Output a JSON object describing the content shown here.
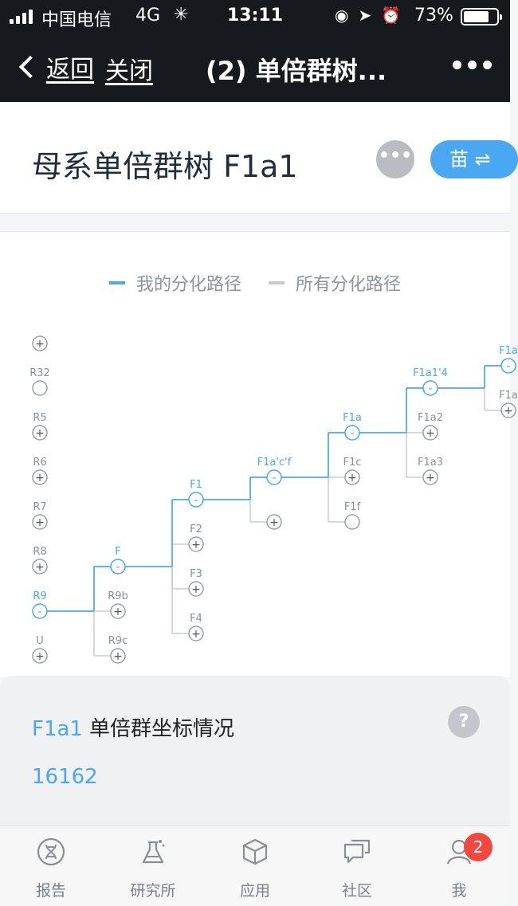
{
  "status_bar": {
    "carrier": "中国电信",
    "network": "4G",
    "time": "13:11",
    "battery": "73%",
    "battery_level": 0.73
  },
  "nav": {
    "back_label": "返回",
    "close_label": "关闭",
    "title": "(2) 单倍群树..."
  },
  "header": {
    "title": "母系单倍群树 F1a1",
    "switch_label": "苗 ⇌"
  },
  "legend": {
    "mine": "我的分化路径",
    "all": "所有分化路径",
    "mine_color": "#4aa8f2",
    "all_color": "#c7cbd0"
  },
  "tree": {
    "nodes": [
      {
        "id": "top",
        "label": "",
        "state": "+",
        "active": false
      },
      {
        "id": "R32",
        "label": "R32",
        "state": "",
        "active": false
      },
      {
        "id": "R5",
        "label": "R5",
        "state": "+",
        "active": false
      },
      {
        "id": "R6",
        "label": "R6",
        "state": "+",
        "active": false
      },
      {
        "id": "R7",
        "label": "R7",
        "state": "+",
        "active": false
      },
      {
        "id": "R8",
        "label": "R8",
        "state": "+",
        "active": false
      },
      {
        "id": "R9",
        "label": "R9",
        "state": "-",
        "active": true
      },
      {
        "id": "U",
        "label": "U",
        "state": "+",
        "active": false
      },
      {
        "id": "F",
        "label": "F",
        "state": "-",
        "active": true
      },
      {
        "id": "R9b",
        "label": "R9b",
        "state": "+",
        "active": false
      },
      {
        "id": "R9c",
        "label": "R9c",
        "state": "+",
        "active": false
      },
      {
        "id": "F1",
        "label": "F1",
        "state": "-",
        "active": true
      },
      {
        "id": "F2",
        "label": "F2",
        "state": "+",
        "active": false
      },
      {
        "id": "F3",
        "label": "F3",
        "state": "+",
        "active": false
      },
      {
        "id": "F4",
        "label": "F4",
        "state": "+",
        "active": false
      },
      {
        "id": "F1acf",
        "label": "F1a'c'f",
        "state": "-",
        "active": true
      },
      {
        "id": "F1x",
        "label": "",
        "state": "+",
        "active": false
      },
      {
        "id": "F1a",
        "label": "F1a",
        "state": "-",
        "active": true
      },
      {
        "id": "F1c",
        "label": "F1c",
        "state": "+",
        "active": false
      },
      {
        "id": "F1f",
        "label": "F1f",
        "state": "",
        "active": false
      },
      {
        "id": "F1a14",
        "label": "F1a1'4",
        "state": "-",
        "active": true
      },
      {
        "id": "F1a2",
        "label": "F1a2",
        "state": "+",
        "active": false
      },
      {
        "id": "F1a3",
        "label": "F1a3",
        "state": "+",
        "active": false
      },
      {
        "id": "F1a1",
        "label": "F1a",
        "state": "-",
        "active": true
      },
      {
        "id": "F1a4",
        "label": "F1a",
        "state": "+",
        "active": false
      }
    ]
  },
  "coordinates": {
    "haplogroup": "F1a1",
    "heading": "单倍群坐标情况",
    "help": "?",
    "value": "16162"
  },
  "tabs": [
    {
      "label": "报告",
      "icon": "dna-icon"
    },
    {
      "label": "研究所",
      "icon": "flask-icon"
    },
    {
      "label": "应用",
      "icon": "cube-icon"
    },
    {
      "label": "社区",
      "icon": "chat-icon"
    },
    {
      "label": "我",
      "icon": "user-icon",
      "badge": "2"
    }
  ]
}
